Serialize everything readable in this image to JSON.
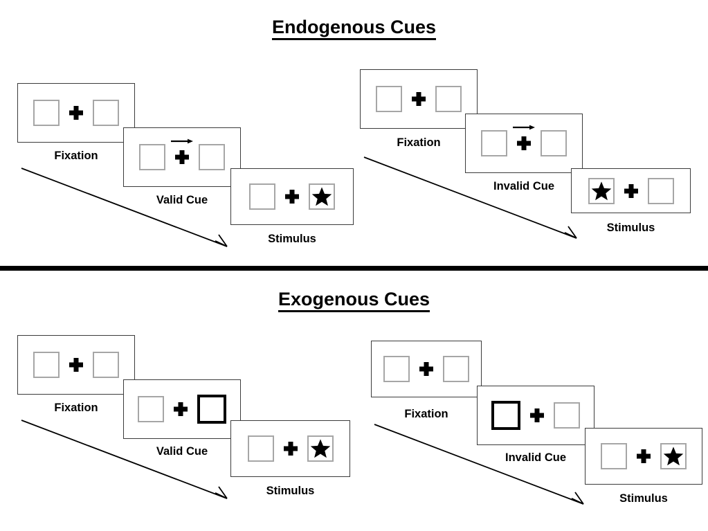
{
  "figure": {
    "title_top": "Endogenous Cues",
    "title_bottom": "Exogenous Cues"
  },
  "sections": [
    {
      "id": "endogenous",
      "title": "Endogenous Cues",
      "columns": [
        {
          "id": "endogenous-valid",
          "panels": [
            {
              "caption": "Fixation",
              "left_box": "empty",
              "right_box": "empty",
              "cue": "none"
            },
            {
              "caption": "Valid Cue",
              "left_box": "empty",
              "right_box": "empty",
              "cue": "arrow-right"
            },
            {
              "caption": "Stimulus",
              "left_box": "empty",
              "right_box": "star",
              "cue": "none"
            }
          ]
        },
        {
          "id": "endogenous-invalid",
          "panels": [
            {
              "caption": "Fixation",
              "left_box": "empty",
              "right_box": "empty",
              "cue": "none"
            },
            {
              "caption": "Invalid Cue",
              "left_box": "empty",
              "right_box": "empty",
              "cue": "arrow-right"
            },
            {
              "caption": "Stimulus",
              "left_box": "star",
              "right_box": "empty",
              "cue": "none"
            }
          ]
        }
      ]
    },
    {
      "id": "exogenous",
      "title": "Exogenous Cues",
      "columns": [
        {
          "id": "exogenous-valid",
          "panels": [
            {
              "caption": "Fixation",
              "left_box": "empty",
              "right_box": "empty",
              "cue": "none"
            },
            {
              "caption": "Valid Cue",
              "left_box": "empty",
              "right_box": "highlight",
              "cue": "none"
            },
            {
              "caption": "Stimulus",
              "left_box": "empty",
              "right_box": "star",
              "cue": "none"
            }
          ]
        },
        {
          "id": "exogenous-invalid",
          "panels": [
            {
              "caption": "Fixation",
              "left_box": "empty",
              "right_box": "empty",
              "cue": "none"
            },
            {
              "caption": "Invalid Cue",
              "left_box": "highlight",
              "right_box": "empty",
              "cue": "none"
            },
            {
              "caption": "Stimulus",
              "left_box": "empty",
              "right_box": "star",
              "cue": "none"
            }
          ]
        }
      ]
    }
  ],
  "icons": {
    "star": "star-icon",
    "plus": "fixation-cross-icon",
    "arrow": "arrow-right-icon",
    "time_arrow": "time-flow-arrow-icon"
  },
  "colors": {
    "box_border": "#a6a6a6",
    "cued_box_border": "#000000",
    "panel_border": "#3a3a3a",
    "ink": "#000000",
    "background": "#ffffff"
  }
}
